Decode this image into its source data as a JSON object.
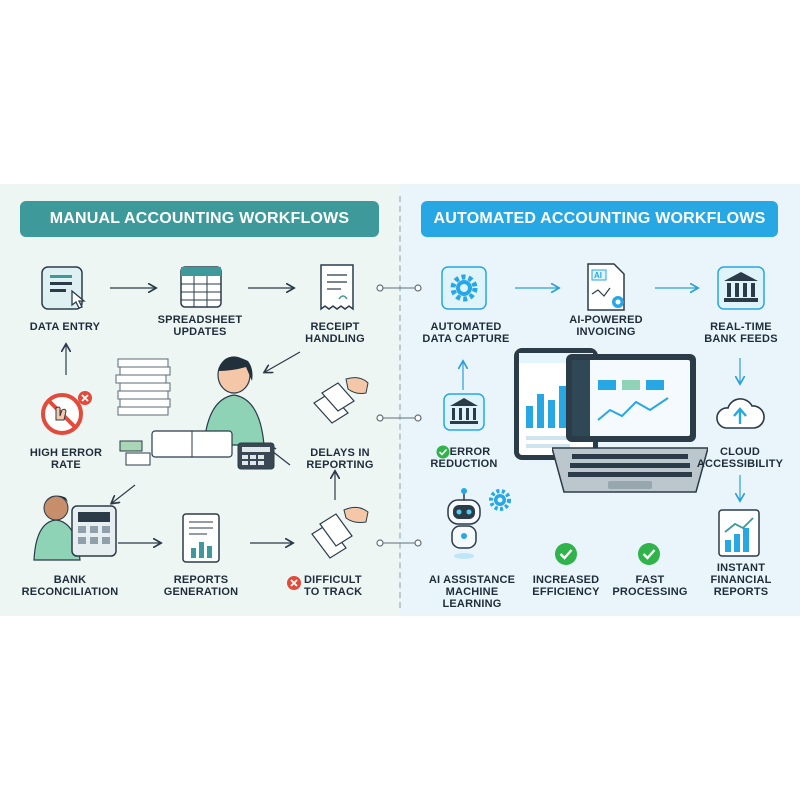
{
  "headers": {
    "manual": "MANUAL ACCOUNTING WORKFLOWS",
    "automated": "AUTOMATED ACCOUNTING WORKFLOWS"
  },
  "manual": {
    "data_entry": "DATA ENTRY",
    "spreadsheet_1": "SPREADSHEET",
    "spreadsheet_2": "UPDATES",
    "receipt_1": "RECEIPT",
    "receipt_2": "HANDLING",
    "high_error_1": "HIGH ERROR",
    "high_error_2": "RATE",
    "delays_1": "DELAYS IN",
    "delays_2": "REPORTING",
    "bank_1": "BANK",
    "bank_2": "RECONCILIATION",
    "reports_1": "REPORTS",
    "reports_2": "GENERATION",
    "difficult_1": "DIFFICULT",
    "difficult_2": "TO TRACK"
  },
  "automated": {
    "capture_1": "AUTOMATED",
    "capture_2": "DATA CAPTURE",
    "invoicing_1": "AI-POWERED",
    "invoicing_2": "INVOICING",
    "bank_feeds_1": "REAL-TIME",
    "bank_feeds_2": "BANK FEEDS",
    "error_red_1": "ERROR",
    "error_red_2": "REDUCTION",
    "cloud_1": "CLOUD",
    "cloud_2": "ACCESSIBILITY",
    "ai_1": "AI ASSISTANCE",
    "ai_2": "MACHINE LEARNING",
    "efficiency_1": "INCREASED",
    "efficiency_2": "EFFICIENCY",
    "fast_1": "FAST",
    "fast_2": "PROCESSING",
    "instant_1": "INSTANT",
    "instant_2": "FINANCIAL",
    "instant_3": "REPORTS"
  },
  "colors": {
    "manual_header": "#3e9a9a",
    "automated_header": "#27a7e4",
    "teal": "#3e9a9a",
    "blue": "#27a7e4",
    "green_check": "#2fb34a",
    "red_x": "#e24a3b"
  },
  "icons": [
    "data-entry-icon",
    "spreadsheet-icon",
    "receipt-icon",
    "no-touch-icon",
    "papers-hand-icon",
    "calculator-person-icon",
    "report-doc-icon",
    "gear-icon",
    "ai-invoice-icon",
    "bank-icon",
    "cloud-upload-icon",
    "robot-icon",
    "check-icon",
    "x-icon",
    "laptop-dashboard-icon",
    "tablet-dashboard-icon",
    "accountant-person-icon"
  ]
}
